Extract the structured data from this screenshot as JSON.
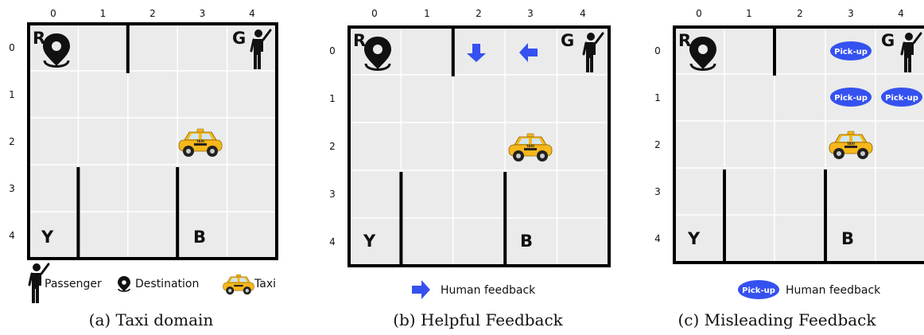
{
  "axis_labels": {
    "cols": [
      "0",
      "1",
      "2",
      "3",
      "4"
    ],
    "rows": [
      "0",
      "1",
      "2",
      "3",
      "4"
    ]
  },
  "letters": {
    "r": "R",
    "g": "G",
    "y": "Y",
    "b": "B"
  },
  "taxi_sign": "TAXI",
  "pickup_label": "Pick-up",
  "panel_a": {
    "legend": {
      "passenger": "Passenger",
      "destination": "Destination",
      "taxi": "Taxi"
    },
    "caption": "(a) Taxi domain"
  },
  "panel_b": {
    "legend": {
      "feedback": "Human feedback"
    },
    "caption": "(b) Helpful Feedback"
  },
  "panel_c": {
    "legend": {
      "feedback": "Human feedback"
    },
    "caption": "(c) Misleading Feedback"
  },
  "colors": {
    "grid_fill": "#ebebeb",
    "gridline": "#ffffff",
    "wall": "#000000",
    "feedback_blue": "#3551f0",
    "taxi_yellow": "#f6b71c"
  }
}
